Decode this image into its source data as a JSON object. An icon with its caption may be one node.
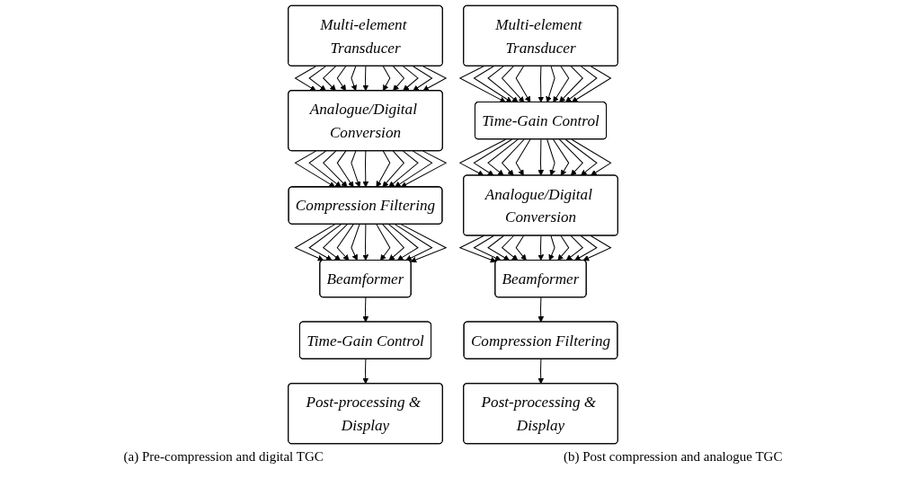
{
  "diagram": {
    "nodes": [
      {
        "text": [
          "Multi-element Transducer"
        ]
      },
      {
        "text": [
          "Analogue/Digital Conversion"
        ]
      },
      {
        "text": [
          "Compression Filtering"
        ]
      },
      {
        "text": [
          "Beamformer"
        ]
      },
      {
        "text": [
          "Time-Gain Control"
        ]
      },
      {
        "text": [
          "Post-processing & Display"
        ]
      },
      {
        "text": [
          "Multi-element Transducer"
        ]
      },
      {
        "text": [
          "Time-Gain Control"
        ]
      },
      {
        "text": [
          "Analogue/Digital Conversion"
        ]
      },
      {
        "text": [
          "Beamformer"
        ]
      },
      {
        "text": [
          "Compression Filtering"
        ]
      },
      {
        "text": [
          "Post-processing & Display"
        ]
      }
    ],
    "edges": [
      {
        "from": 0,
        "to": 1,
        "arrow": "to"
      },
      {
        "from": 0,
        "to": 1,
        "arrow": "to"
      },
      {
        "from": 0,
        "to": 1,
        "arrow": "to"
      },
      {
        "from": 0,
        "to": 1,
        "arrow": "to"
      },
      {
        "from": 0,
        "to": 1,
        "arrow": "to"
      },
      {
        "from": 0,
        "to": 1,
        "arrow": "to"
      },
      {
        "from": 0,
        "to": 1,
        "arrow": "to"
      },
      {
        "from": 0,
        "to": 1,
        "arrow": "to"
      },
      {
        "from": 0,
        "to": 1,
        "arrow": "to"
      },
      {
        "from": 0,
        "to": 1,
        "arrow": "to"
      },
      {
        "from": 0,
        "to": 1,
        "arrow": "to"
      },
      {
        "from": 1,
        "to": 2,
        "arrow": "to"
      },
      {
        "from": 1,
        "to": 2,
        "arrow": "to"
      },
      {
        "from": 1,
        "to": 2,
        "arrow": "to"
      },
      {
        "from": 1,
        "to": 2,
        "arrow": "to"
      },
      {
        "from": 1,
        "to": 2,
        "arrow": "to"
      },
      {
        "from": 1,
        "to": 2,
        "arrow": "to"
      },
      {
        "from": 1,
        "to": 2,
        "arrow": "to"
      },
      {
        "from": 1,
        "to": 2,
        "arrow": "to"
      },
      {
        "from": 1,
        "to": 2,
        "arrow": "to"
      },
      {
        "from": 1,
        "to": 2,
        "arrow": "to"
      },
      {
        "from": 1,
        "to": 2,
        "arrow": "to"
      },
      {
        "from": 2,
        "to": 3,
        "arrow": "to"
      },
      {
        "from": 2,
        "to": 3,
        "arrow": "to"
      },
      {
        "from": 2,
        "to": 3,
        "arrow": "to"
      },
      {
        "from": 2,
        "to": 3,
        "arrow": "to"
      },
      {
        "from": 2,
        "to": 3,
        "arrow": "to"
      },
      {
        "from": 2,
        "to": 3,
        "arrow": "to"
      },
      {
        "from": 2,
        "to": 3,
        "arrow": "to"
      },
      {
        "from": 2,
        "to": 3,
        "arrow": "to"
      },
      {
        "from": 2,
        "to": 3,
        "arrow": "to"
      },
      {
        "from": 2,
        "to": 3,
        "arrow": "to"
      },
      {
        "from": 2,
        "to": 3,
        "arrow": "to"
      },
      {
        "from": 3,
        "to": 4,
        "arrow": "to"
      },
      {
        "from": 4,
        "to": 5,
        "arrow": "to"
      },
      {
        "from": 6,
        "to": 7,
        "arrow": "to"
      },
      {
        "from": 6,
        "to": 7,
        "arrow": "to"
      },
      {
        "from": 6,
        "to": 7,
        "arrow": "to"
      },
      {
        "from": 6,
        "to": 7,
        "arrow": "to"
      },
      {
        "from": 6,
        "to": 7,
        "arrow": "to"
      },
      {
        "from": 6,
        "to": 7,
        "arrow": "to"
      },
      {
        "from": 6,
        "to": 7,
        "arrow": "to"
      },
      {
        "from": 6,
        "to": 7,
        "arrow": "to"
      },
      {
        "from": 6,
        "to": 7,
        "arrow": "to"
      },
      {
        "from": 6,
        "to": 7,
        "arrow": "to"
      },
      {
        "from": 6,
        "to": 7,
        "arrow": "to"
      },
      {
        "from": 7,
        "to": 8,
        "arrow": "to"
      },
      {
        "from": 7,
        "to": 8,
        "arrow": "to"
      },
      {
        "from": 7,
        "to": 8,
        "arrow": "to"
      },
      {
        "from": 7,
        "to": 8,
        "arrow": "to"
      },
      {
        "from": 7,
        "to": 8,
        "arrow": "to"
      },
      {
        "from": 7,
        "to": 8,
        "arrow": "to"
      },
      {
        "from": 7,
        "to": 8,
        "arrow": "to"
      },
      {
        "from": 7,
        "to": 8,
        "arrow": "to"
      },
      {
        "from": 7,
        "to": 8,
        "arrow": "to"
      },
      {
        "from": 7,
        "to": 8,
        "arrow": "to"
      },
      {
        "from": 7,
        "to": 8,
        "arrow": "to"
      },
      {
        "from": 8,
        "to": 9,
        "arrow": "to"
      },
      {
        "from": 8,
        "to": 9,
        "arrow": "to"
      },
      {
        "from": 8,
        "to": 9,
        "arrow": "to"
      },
      {
        "from": 8,
        "to": 9,
        "arrow": "to"
      },
      {
        "from": 8,
        "to": 9,
        "arrow": "to"
      },
      {
        "from": 8,
        "to": 9,
        "arrow": "to"
      },
      {
        "from": 8,
        "to": 9,
        "arrow": "to"
      },
      {
        "from": 8,
        "to": 9,
        "arrow": "to"
      },
      {
        "from": 8,
        "to": 9,
        "arrow": "to"
      },
      {
        "from": 8,
        "to": 9,
        "arrow": "to"
      },
      {
        "from": 8,
        "to": 9,
        "arrow": "to"
      },
      {
        "from": 9,
        "to": 10,
        "arrow": "to"
      },
      {
        "from": 10,
        "to": 11,
        "arrow": "to"
      }
    ],
    "labels": [
      "(a) Pre-compression and digital TGC",
      "(b) Post compression and analogue TGC"
    ]
  }
}
